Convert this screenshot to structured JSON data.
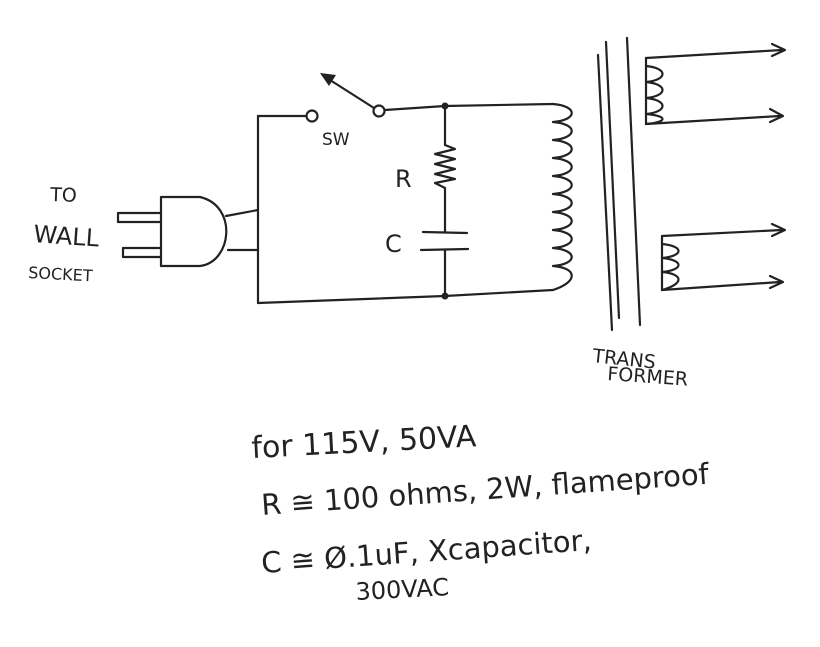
{
  "diagram": {
    "labels": {
      "plug": [
        "TO",
        "WALL",
        "SOCKET"
      ],
      "switch": "SW",
      "resistor": "R",
      "capacitor": "C",
      "transformer": [
        "TRANS",
        "FORMER"
      ]
    },
    "notes": [
      "for 115V, 50VA",
      "R ≅ 100 ohms, 2W, flameproof",
      "C ≅ Ø.1uF, Xcapacitor,",
      "300VAC"
    ]
  },
  "colors": {
    "ink": "#222222",
    "background": "#ffffff"
  }
}
